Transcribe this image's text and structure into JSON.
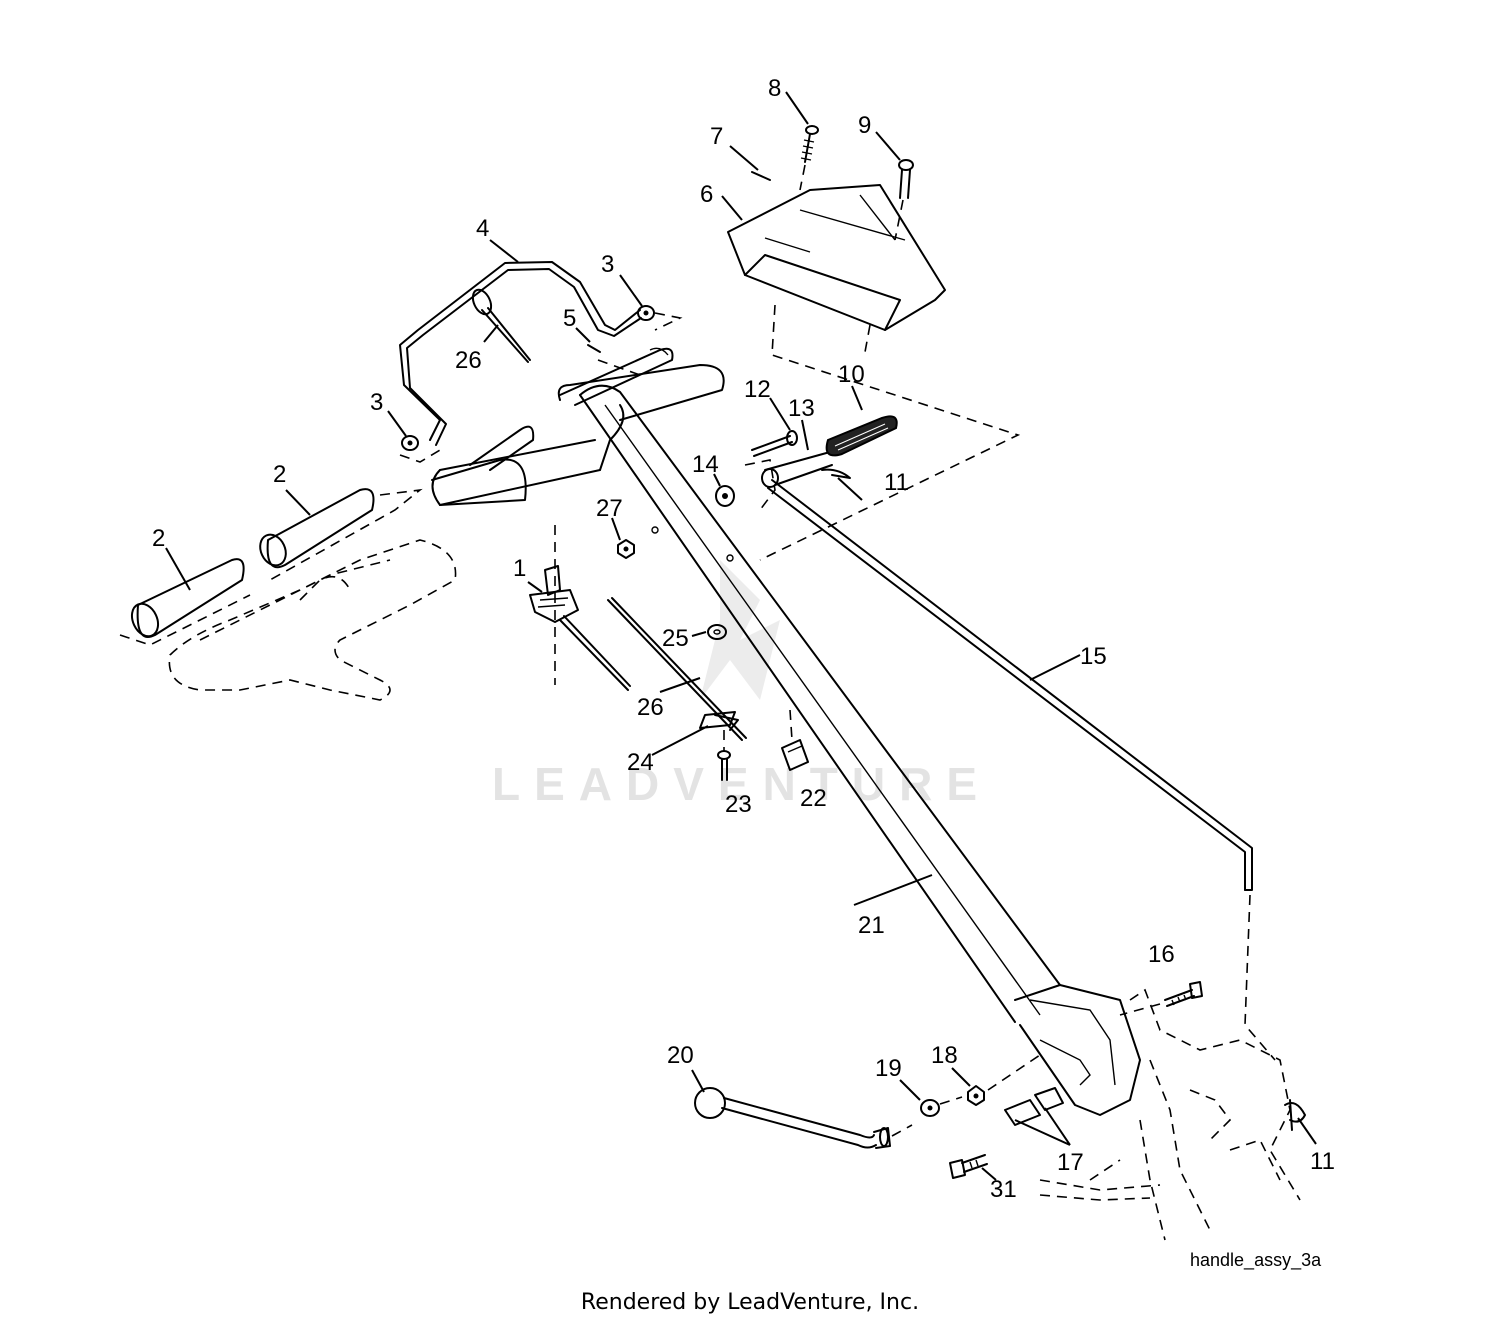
{
  "diagram": {
    "id_label": "handle_assy_3a",
    "watermark": "LEADVENTURE",
    "credit": "Rendered by LeadVenture, Inc."
  },
  "callouts": [
    {
      "num": "8"
    },
    {
      "num": "9"
    },
    {
      "num": "7"
    },
    {
      "num": "6"
    },
    {
      "num": "4"
    },
    {
      "num": "3"
    },
    {
      "num": "5"
    },
    {
      "num": "26"
    },
    {
      "num": "3"
    },
    {
      "num": "10"
    },
    {
      "num": "12"
    },
    {
      "num": "13"
    },
    {
      "num": "14"
    },
    {
      "num": "11"
    },
    {
      "num": "2"
    },
    {
      "num": "2"
    },
    {
      "num": "27"
    },
    {
      "num": "1"
    },
    {
      "num": "25"
    },
    {
      "num": "15"
    },
    {
      "num": "26"
    },
    {
      "num": "24"
    },
    {
      "num": "23"
    },
    {
      "num": "22"
    },
    {
      "num": "21"
    },
    {
      "num": "16"
    },
    {
      "num": "20"
    },
    {
      "num": "19"
    },
    {
      "num": "18"
    },
    {
      "num": "11"
    },
    {
      "num": "17"
    },
    {
      "num": "31"
    }
  ]
}
